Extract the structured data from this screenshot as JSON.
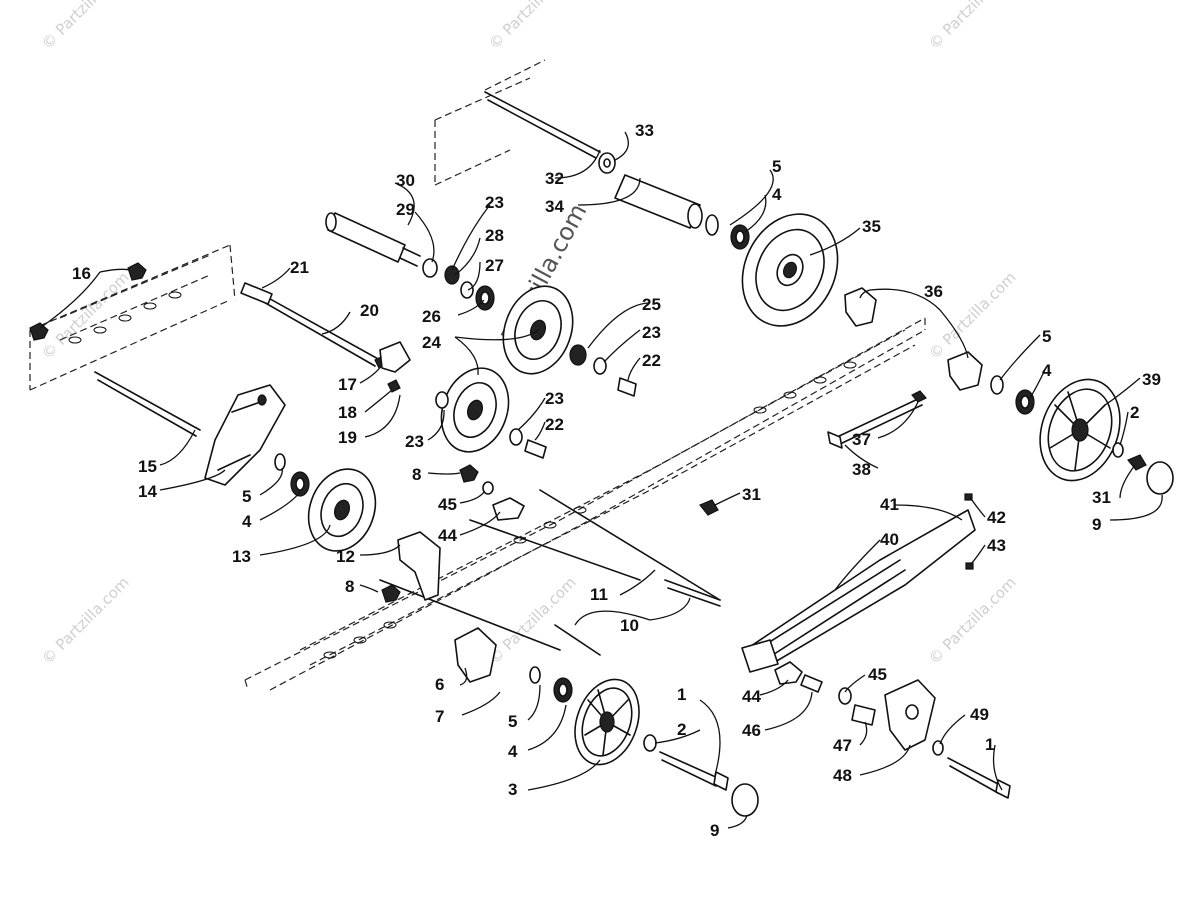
{
  "watermark": {
    "small_text": "© Partzilla.com",
    "center_text": "Partzilla.com"
  },
  "callouts": {
    "c1a": "1",
    "c1b": "1",
    "c2a": "2",
    "c2b": "2",
    "c3": "3",
    "c4a": "4",
    "c4b": "4",
    "c4c": "4",
    "c4d": "4",
    "c5a": "5",
    "c5b": "5",
    "c5c": "5",
    "c5d": "5",
    "c6": "6",
    "c7": "7",
    "c8a": "8",
    "c8b": "8",
    "c9a": "9",
    "c9b": "9",
    "c10": "10",
    "c11": "11",
    "c12": "12",
    "c13": "13",
    "c14": "14",
    "c15": "15",
    "c16": "16",
    "c17": "17",
    "c18": "18",
    "c19": "19",
    "c20": "20",
    "c21": "21",
    "c22a": "22",
    "c22b": "22",
    "c23a": "23",
    "c23b": "23",
    "c23c": "23",
    "c23d": "23",
    "c24": "24",
    "c25": "25",
    "c26": "26",
    "c27": "27",
    "c28": "28",
    "c29": "29",
    "c30": "30",
    "c31a": "31",
    "c31b": "31",
    "c32": "32",
    "c33": "33",
    "c34": "34",
    "c35": "35",
    "c36": "36",
    "c37": "37",
    "c38": "38",
    "c39": "39",
    "c40": "40",
    "c41": "41",
    "c42": "42",
    "c43": "43",
    "c44a": "44",
    "c44b": "44",
    "c45a": "45",
    "c45b": "45",
    "c46": "46",
    "c47": "47",
    "c48": "48",
    "c49": "49"
  }
}
